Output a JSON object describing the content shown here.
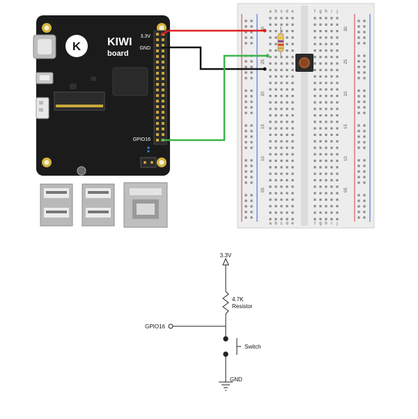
{
  "board": {
    "logo_letter": "K",
    "brand_line1": "KIWI",
    "brand_line2": "board",
    "pin_3v3": "3.3V",
    "pin_gnd": "GND",
    "pin_gpio16": "GPIO16"
  },
  "breadboard": {
    "row_numbers": [
      "30",
      "25",
      "20",
      "15",
      "10",
      "05"
    ],
    "col_letters_left": [
      "a",
      "b",
      "c",
      "d",
      "e"
    ],
    "col_letters_right": [
      "f",
      "g",
      "h",
      "i",
      "j"
    ]
  },
  "wires": {
    "red": "#e02020",
    "black": "#111111",
    "green": "#3cb44b"
  },
  "schematic": {
    "supply_label": "3.3V",
    "resistor_value": "4.7K",
    "resistor_label": "Resistor",
    "gpio_label": "GPIO16",
    "switch_label": "Switch",
    "ground_label": "GND"
  }
}
